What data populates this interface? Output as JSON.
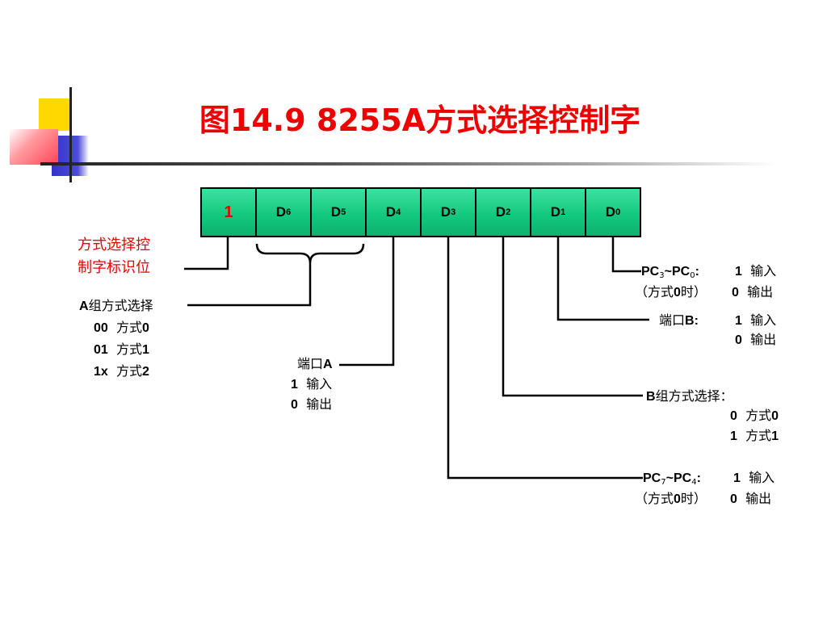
{
  "title": "图14.9  8255A方式选择控制字",
  "bits": [
    {
      "text": "1",
      "sub": ""
    },
    {
      "text": "D",
      "sub": "6"
    },
    {
      "text": "D",
      "sub": "5"
    },
    {
      "text": "D",
      "sub": "4"
    },
    {
      "text": "D",
      "sub": "3"
    },
    {
      "text": "D",
      "sub": "2"
    },
    {
      "text": "D",
      "sub": "1"
    },
    {
      "text": "D",
      "sub": "0"
    }
  ],
  "flag_label": {
    "line1": "方式选择控",
    "line2": "制字标识位"
  },
  "group_a_mode": {
    "title_prefix": "A",
    "title_rest": "组方式选择",
    "rows": [
      {
        "code": "00",
        "text": "方式",
        "num": "0"
      },
      {
        "code": "01",
        "text": "方式",
        "num": "1"
      },
      {
        "code": "1x",
        "text": "方式",
        "num": "2"
      }
    ]
  },
  "port_a": {
    "title": "端口",
    "letter": "A",
    "opt1_num": "1",
    "opt1": "输入",
    "opt0_num": "0",
    "opt0": "输出"
  },
  "pc_low": {
    "p1": "PC",
    "s1": "3",
    "mid": "~PC",
    "s2": "0",
    "colon": ":",
    "note_open": "（方式",
    "note_num": "0",
    "note_close": "时）",
    "opt1_num": "1",
    "opt1": "输入",
    "opt0_num": "0",
    "opt0": "输出"
  },
  "port_b": {
    "title": "端口",
    "letter": "B",
    "colon": ":",
    "opt1_num": "1",
    "opt1": "输入",
    "opt0_num": "0",
    "opt0": "输出"
  },
  "group_b_mode": {
    "title_prefix": "B",
    "title_rest": "组方式选择：",
    "rows": [
      {
        "num": "0",
        "text": "方式",
        "mode": "0"
      },
      {
        "num": "1",
        "text": "方式",
        "mode": "1"
      }
    ]
  },
  "pc_high": {
    "p1": "PC",
    "s1": "7",
    "mid": "~PC",
    "s2": "4",
    "colon": ":",
    "note_open": "（方式",
    "note_num": "0",
    "note_close": "时）",
    "opt1_num": "1",
    "opt1": "输入",
    "opt0_num": "0",
    "opt0": "输出"
  },
  "colors": {
    "accent": "#ee0000",
    "cell": "#13c97f",
    "deco_yellow": "#ffd800",
    "deco_blue": "#3333cc",
    "deco_red": "#ff4455"
  }
}
